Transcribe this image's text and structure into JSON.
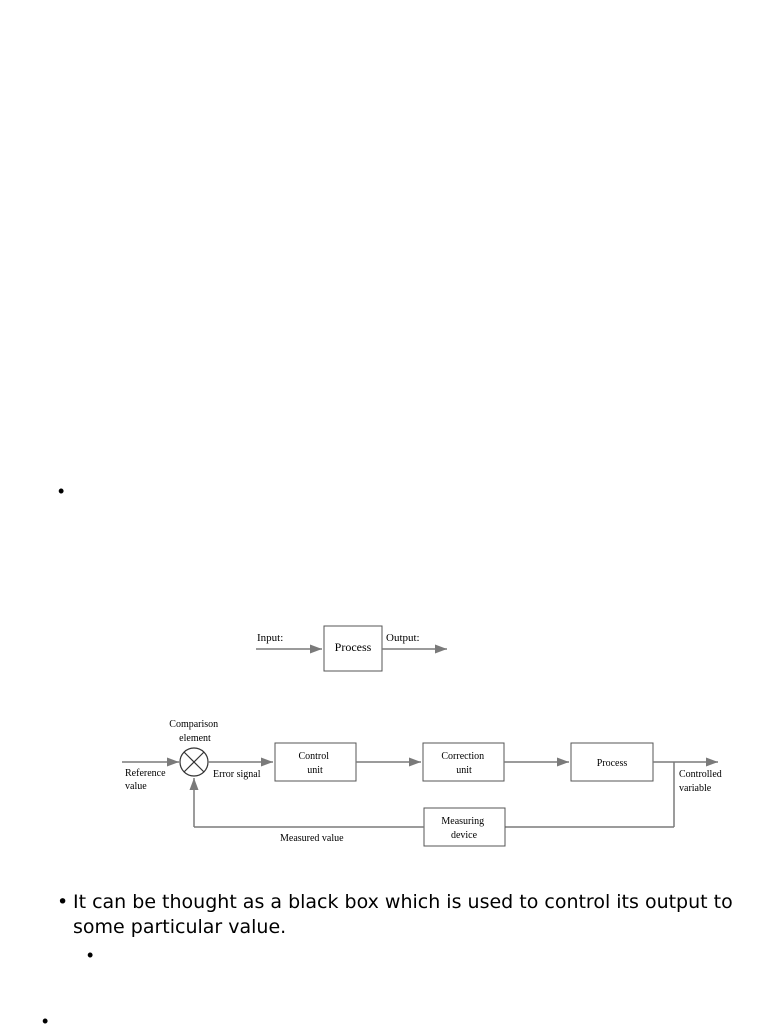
{
  "bullets": {
    "symbol": "•"
  },
  "diagram_top": {
    "input_label": "Input:",
    "process_label": "Process",
    "output_label": "Output:"
  },
  "diagram_main": {
    "comparison_element": [
      "Comparison",
      "element"
    ],
    "reference_value": [
      "Reference",
      "value"
    ],
    "error_signal": "Error signal",
    "control_unit": [
      "Control",
      "unit"
    ],
    "correction_unit": [
      "Correction",
      "unit"
    ],
    "process": "Process",
    "controlled_variable": [
      "Controlled",
      "variable"
    ],
    "measuring_device": [
      "Measuring",
      "device"
    ],
    "measured_value": "Measured value"
  },
  "paragraph": {
    "text": "It can be thought as a black box which is used to control its output to some particular value."
  },
  "colors": {
    "line": "#7a7a7a",
    "box": "#555555",
    "text": "#000000"
  }
}
